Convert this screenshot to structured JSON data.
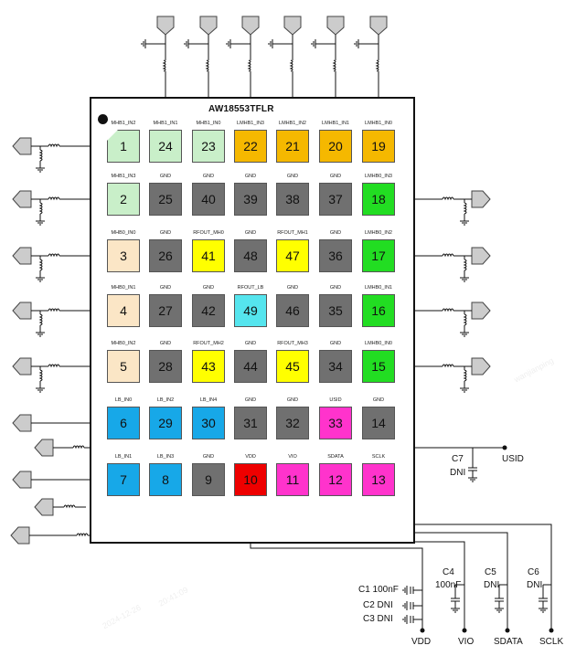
{
  "chip": {
    "title": "AW18553TFLR"
  },
  "pads": [
    {
      "pin": "1",
      "label": "MHB1_IN2",
      "color": "#c9efc9",
      "col": 0,
      "row": 0,
      "first": true
    },
    {
      "pin": "24",
      "label": "MHB1_IN1",
      "color": "#c9efc9",
      "col": 1,
      "row": 0
    },
    {
      "pin": "23",
      "label": "MHB1_IN0",
      "color": "#c9efc9",
      "col": 2,
      "row": 0
    },
    {
      "pin": "22",
      "label": "LMHB1_IN3",
      "color": "#f5b800",
      "col": 3,
      "row": 0
    },
    {
      "pin": "21",
      "label": "LMHB1_IN2",
      "color": "#f5b800",
      "col": 4,
      "row": 0
    },
    {
      "pin": "20",
      "label": "LMHB1_IN1",
      "color": "#f5b800",
      "col": 5,
      "row": 0
    },
    {
      "pin": "19",
      "label": "LMHB1_IN0",
      "color": "#f5b800",
      "col": 6,
      "row": 0
    },
    {
      "pin": "2",
      "label": "MHB1_IN3",
      "color": "#c9efc9",
      "col": 0,
      "row": 1
    },
    {
      "pin": "25",
      "label": "GND",
      "color": "#707070",
      "col": 1,
      "row": 1
    },
    {
      "pin": "40",
      "label": "GND",
      "color": "#707070",
      "col": 2,
      "row": 1
    },
    {
      "pin": "39",
      "label": "GND",
      "color": "#707070",
      "col": 3,
      "row": 1
    },
    {
      "pin": "38",
      "label": "GND",
      "color": "#707070",
      "col": 4,
      "row": 1
    },
    {
      "pin": "37",
      "label": "GND",
      "color": "#707070",
      "col": 5,
      "row": 1
    },
    {
      "pin": "18",
      "label": "LMHB0_IN3",
      "color": "#22dd22",
      "col": 6,
      "row": 1
    },
    {
      "pin": "3",
      "label": "MHB0_IN0",
      "color": "#fbe6c6",
      "col": 0,
      "row": 2
    },
    {
      "pin": "26",
      "label": "GND",
      "color": "#707070",
      "col": 1,
      "row": 2
    },
    {
      "pin": "41",
      "label": "RFOUT_MH0",
      "color": "#ffff00",
      "col": 2,
      "row": 2
    },
    {
      "pin": "48",
      "label": "GND",
      "color": "#707070",
      "col": 3,
      "row": 2
    },
    {
      "pin": "47",
      "label": "RFOUT_MH1",
      "color": "#ffff00",
      "col": 4,
      "row": 2
    },
    {
      "pin": "36",
      "label": "GND",
      "color": "#707070",
      "col": 5,
      "row": 2
    },
    {
      "pin": "17",
      "label": "LMHB0_IN2",
      "color": "#22dd22",
      "col": 6,
      "row": 2
    },
    {
      "pin": "4",
      "label": "MHB0_IN1",
      "color": "#fbe6c6",
      "col": 0,
      "row": 3
    },
    {
      "pin": "27",
      "label": "GND",
      "color": "#707070",
      "col": 1,
      "row": 3
    },
    {
      "pin": "42",
      "label": "GND",
      "color": "#707070",
      "col": 2,
      "row": 3
    },
    {
      "pin": "49",
      "label": "RFOUT_LB",
      "color": "#55e5ee",
      "col": 3,
      "row": 3
    },
    {
      "pin": "46",
      "label": "GND",
      "color": "#707070",
      "col": 4,
      "row": 3
    },
    {
      "pin": "35",
      "label": "GND",
      "color": "#707070",
      "col": 5,
      "row": 3
    },
    {
      "pin": "16",
      "label": "LMHB0_IN1",
      "color": "#22dd22",
      "col": 6,
      "row": 3
    },
    {
      "pin": "5",
      "label": "MHB0_IN2",
      "color": "#fbe6c6",
      "col": 0,
      "row": 4
    },
    {
      "pin": "28",
      "label": "GND",
      "color": "#707070",
      "col": 1,
      "row": 4
    },
    {
      "pin": "43",
      "label": "RFOUT_MH2",
      "color": "#ffff00",
      "col": 2,
      "row": 4
    },
    {
      "pin": "44",
      "label": "GND",
      "color": "#707070",
      "col": 3,
      "row": 4
    },
    {
      "pin": "45",
      "label": "RFOUT_MH3",
      "color": "#ffff00",
      "col": 4,
      "row": 4
    },
    {
      "pin": "34",
      "label": "GND",
      "color": "#707070",
      "col": 5,
      "row": 4
    },
    {
      "pin": "15",
      "label": "LMHB0_IN0",
      "color": "#22dd22",
      "col": 6,
      "row": 4
    },
    {
      "pin": "6",
      "label": "LB_IN0",
      "color": "#17a8e8",
      "col": 0,
      "row": 5
    },
    {
      "pin": "29",
      "label": "LB_IN2",
      "color": "#17a8e8",
      "col": 1,
      "row": 5
    },
    {
      "pin": "30",
      "label": "LB_IN4",
      "color": "#17a8e8",
      "col": 2,
      "row": 5
    },
    {
      "pin": "31",
      "label": "GND",
      "color": "#707070",
      "col": 3,
      "row": 5
    },
    {
      "pin": "32",
      "label": "GND",
      "color": "#707070",
      "col": 4,
      "row": 5
    },
    {
      "pin": "33",
      "label": "USID",
      "color": "#ff33cc",
      "col": 5,
      "row": 5
    },
    {
      "pin": "14",
      "label": "GND",
      "color": "#707070",
      "col": 6,
      "row": 5
    },
    {
      "pin": "7",
      "label": "LB_IN1",
      "color": "#17a8e8",
      "col": 0,
      "row": 6
    },
    {
      "pin": "8",
      "label": "LB_IN3",
      "color": "#17a8e8",
      "col": 1,
      "row": 6
    },
    {
      "pin": "9",
      "label": "GND",
      "color": "#707070",
      "col": 2,
      "row": 6
    },
    {
      "pin": "10",
      "label": "VDD",
      "color": "#ee0000",
      "col": 3,
      "row": 6
    },
    {
      "pin": "11",
      "label": "VIO",
      "color": "#ff33cc",
      "col": 4,
      "row": 6
    },
    {
      "pin": "12",
      "label": "SDATA",
      "color": "#ff33cc",
      "col": 5,
      "row": 6
    },
    {
      "pin": "13",
      "label": "SCLK",
      "color": "#ff33cc",
      "col": 6,
      "row": 6
    }
  ],
  "components": {
    "c1": "C1 100nF",
    "c2": "C2 DNI",
    "c3": "C3 DNI",
    "c4_name": "C4",
    "c4_value": "100nF",
    "c5_name": "C5",
    "c5_value": "DNI",
    "c6_name": "C6",
    "c6_value": "DNI",
    "c7_name": "C7",
    "c7_value": "DNI"
  },
  "nets": {
    "usid": "USID",
    "vdd": "VDD",
    "vio": "VIO",
    "sdata": "SDATA",
    "sclk": "SCLK"
  },
  "watermark": {
    "date": "2024-12-26",
    "time": "20:41:09",
    "user": "wanjianping"
  },
  "colors": {
    "wire": "#111111",
    "gnd_pad": "#707070"
  }
}
